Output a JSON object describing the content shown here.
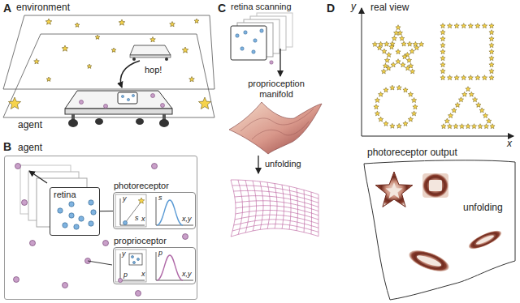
{
  "diagram": {
    "nodes": [
      {
        "text": [
          "agent"
        ]
      },
      {
        "text": [
          "retina"
        ],
        "in": 0
      },
      {
        "text": [
          "photoreceptor",
          "s",
          "y",
          "x",
          "s",
          "x,y"
        ],
        "in": 0
      },
      {
        "text": [
          "proprioceptor",
          "y",
          "p",
          "x",
          "p",
          "x,y"
        ],
        "in": 0
      }
    ],
    "edges": [
      {
        "from": 1,
        "to": 2,
        "arrow": "none"
      }
    ],
    "labels": [
      "A",
      "environment",
      "hop!",
      "agent",
      "B",
      "C",
      "retina scanning",
      "proprioception manifold",
      "unfolding",
      "D",
      "real view",
      "y",
      "x",
      "photoreceptor output",
      "unfolding"
    ]
  }
}
